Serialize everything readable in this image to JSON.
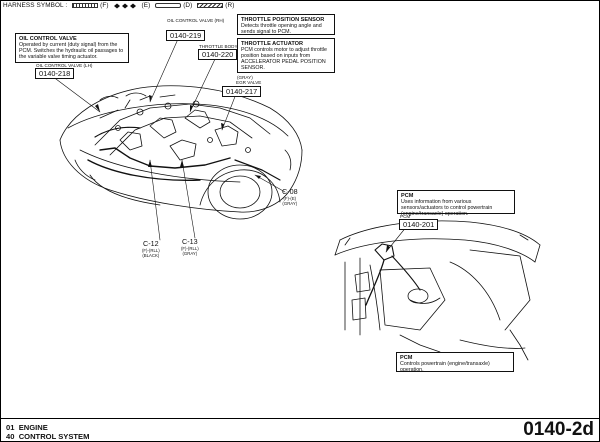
{
  "legend": {
    "title": "HARNESS SYMBOL :",
    "items": [
      {
        "key": "f",
        "label": "(F)"
      },
      {
        "key": "e",
        "label": "(E)"
      },
      {
        "key": "d",
        "label": "(D)"
      },
      {
        "key": "r",
        "label": "(R)"
      }
    ]
  },
  "callouts": {
    "oil_control": {
      "title": "OIL CONTROL VALVE",
      "text": "Operated by current (duty signal) from the PCM. Switches the hydraulic oil passages to the variable valve timing actuator."
    },
    "throttle_sensor": {
      "title": "THROTTLE POSITION SENSOR",
      "text": "Detects throttle opening angle and sends signal to PCM."
    },
    "throttle_actuator": {
      "title": "THROTTLE ACTUATOR",
      "text": "PCM controls motor to adjust throttle position based on inputs from ACCELERATOR PEDAL POSITION SENSOR."
    },
    "pcm_top": {
      "title": "PCM",
      "text": "Uses information from various sensors/actuators to control powertrain (engine/transaxle) operation."
    },
    "pcm_bottom": {
      "title": "PCM",
      "text": "Controls powertrain (engine/transaxle) operation."
    }
  },
  "refs": {
    "ocv_lh": {
      "label": "OIL CONTROL VALVE (LH)",
      "code": "0140-218"
    },
    "ocv_rh": {
      "label": "OIL CONTROL VALVE (RH)",
      "code": "0140-219"
    },
    "throttle_body": {
      "label": "THROTTLE BODY",
      "code": "0140-220"
    },
    "egr": {
      "label_1": "(GRAY)",
      "label_2": "EGR VALVE",
      "code": "0140-217"
    },
    "pcm": {
      "label": "PCM",
      "code": "0140-201"
    }
  },
  "connectors": {
    "c12": {
      "id": "C-12",
      "line1": "(F)-(RLL)",
      "line2": "(BLACK)"
    },
    "c13": {
      "id": "C-13",
      "line1": "(F)-(RLL)",
      "line2": "(GRAY)"
    },
    "c08": {
      "id": "C-08",
      "line1": "(F)-(E)",
      "line2": "(GRAY)"
    }
  },
  "footer": {
    "line1_num": "01",
    "line1_text": "ENGINE",
    "line2_num": "40",
    "line2_text": "CONTROL SYSTEM",
    "page": "0140-2d"
  }
}
